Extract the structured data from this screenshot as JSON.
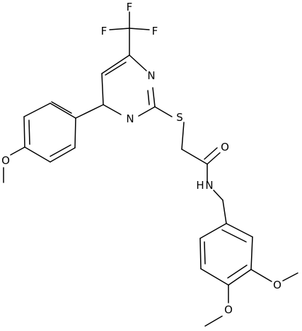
{
  "molecule": {
    "atom_labels": {
      "f_top": "F",
      "f_left": "F",
      "f_right": "F",
      "n_ring_top": "N",
      "n_ring_bottom": "N",
      "s": "S",
      "o_carbonyl": "O",
      "nh": "N",
      "h": "H",
      "o_methoxy_phenyl": "O",
      "o_methoxy_3": "O",
      "o_methoxy_4": "O"
    }
  }
}
